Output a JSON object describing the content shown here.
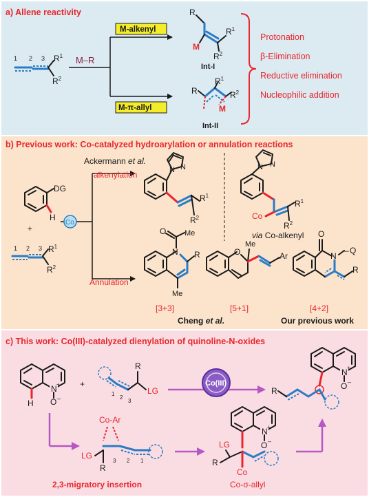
{
  "panel_a": {
    "title": "a) Allene reactivity",
    "reagent": "M–R",
    "path_top": "M-alkenyl",
    "path_bottom": "M-π-allyl",
    "int1": "Int-I",
    "int2": "Int-II",
    "allene_locants": [
      "1",
      "2",
      "3"
    ],
    "outcomes": [
      "Protonation",
      "β-Elimination",
      "Reductive elimination",
      "Nucleophilic addition"
    ]
  },
  "panel_b": {
    "title": "b) Previous work: Co-catalyzed hydroarylation or annulation reactions",
    "dg": "DG",
    "h": "H",
    "plus": "+",
    "co": "Co",
    "ackermann": "Ackermann",
    "etal": "et al.",
    "alkenylation": "alkenylation",
    "annulation": "Annulation",
    "via": "via",
    "co_alkenyl": "Co-alkenyl",
    "l33": "[3+3]",
    "l51": "[5+1]",
    "l42": "[4+2]",
    "cheng": "Cheng",
    "our_prev": "Our previous work",
    "me": "Me",
    "ar": "Ar",
    "q": "Q"
  },
  "panel_c": {
    "title": "c) This work: Co(III)-catalyzed dienylation of quinoline-N-oxides",
    "catalyst": "Co(III)",
    "lg": "LG",
    "co_ar": "Co-Ar",
    "insertion": "2,3-migratory insertion",
    "co_sigma_allyl": "Co-σ-allyl",
    "co": "Co"
  },
  "colors": {
    "red": "#e8262b",
    "blue": "#2b7cc4",
    "purple": "#b558c4",
    "highlight": "#f4ed2a",
    "bg_a": "#dceaf2",
    "bg_b": "#fbe3cc",
    "bg_c": "#fadde3"
  }
}
